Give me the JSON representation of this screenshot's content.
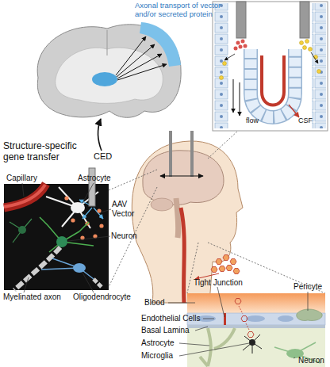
{
  "diagram": {
    "labels": [
      "Axonal transport of vector and/or secreted protein",
      "Structure-specific gene transfer",
      "CED",
      "Capillary",
      "Astrocyte",
      "AAV Vector",
      "Neuron",
      "Myelinated axon",
      "Oligodendrocyte",
      "flow",
      "CSF",
      "Tight Junction",
      "Pericyte",
      "Blood",
      "Endothelial Cells",
      "Basal Lamina",
      "Astrocyte",
      "Microglia",
      "Neuron"
    ]
  }
}
